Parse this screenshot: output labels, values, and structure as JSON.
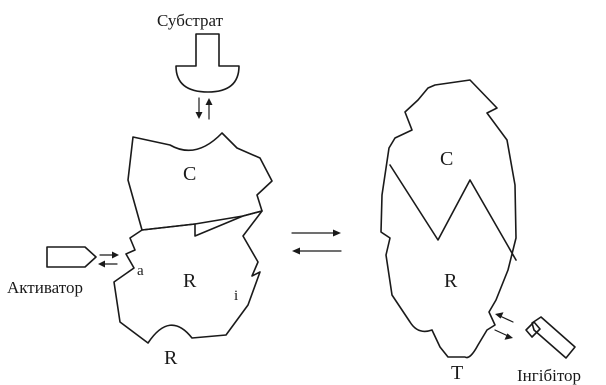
{
  "labels": {
    "substrate": "Субстрат",
    "activator": "Активатор",
    "inhibitor": "Інгібітор",
    "left_catalytic": "C",
    "left_regulatory": "R",
    "left_bottom_regulatory": "R",
    "left_site_a": "a",
    "left_site_i": "i",
    "right_catalytic": "C",
    "right_regulatory": "R",
    "right_state": "T"
  }
}
